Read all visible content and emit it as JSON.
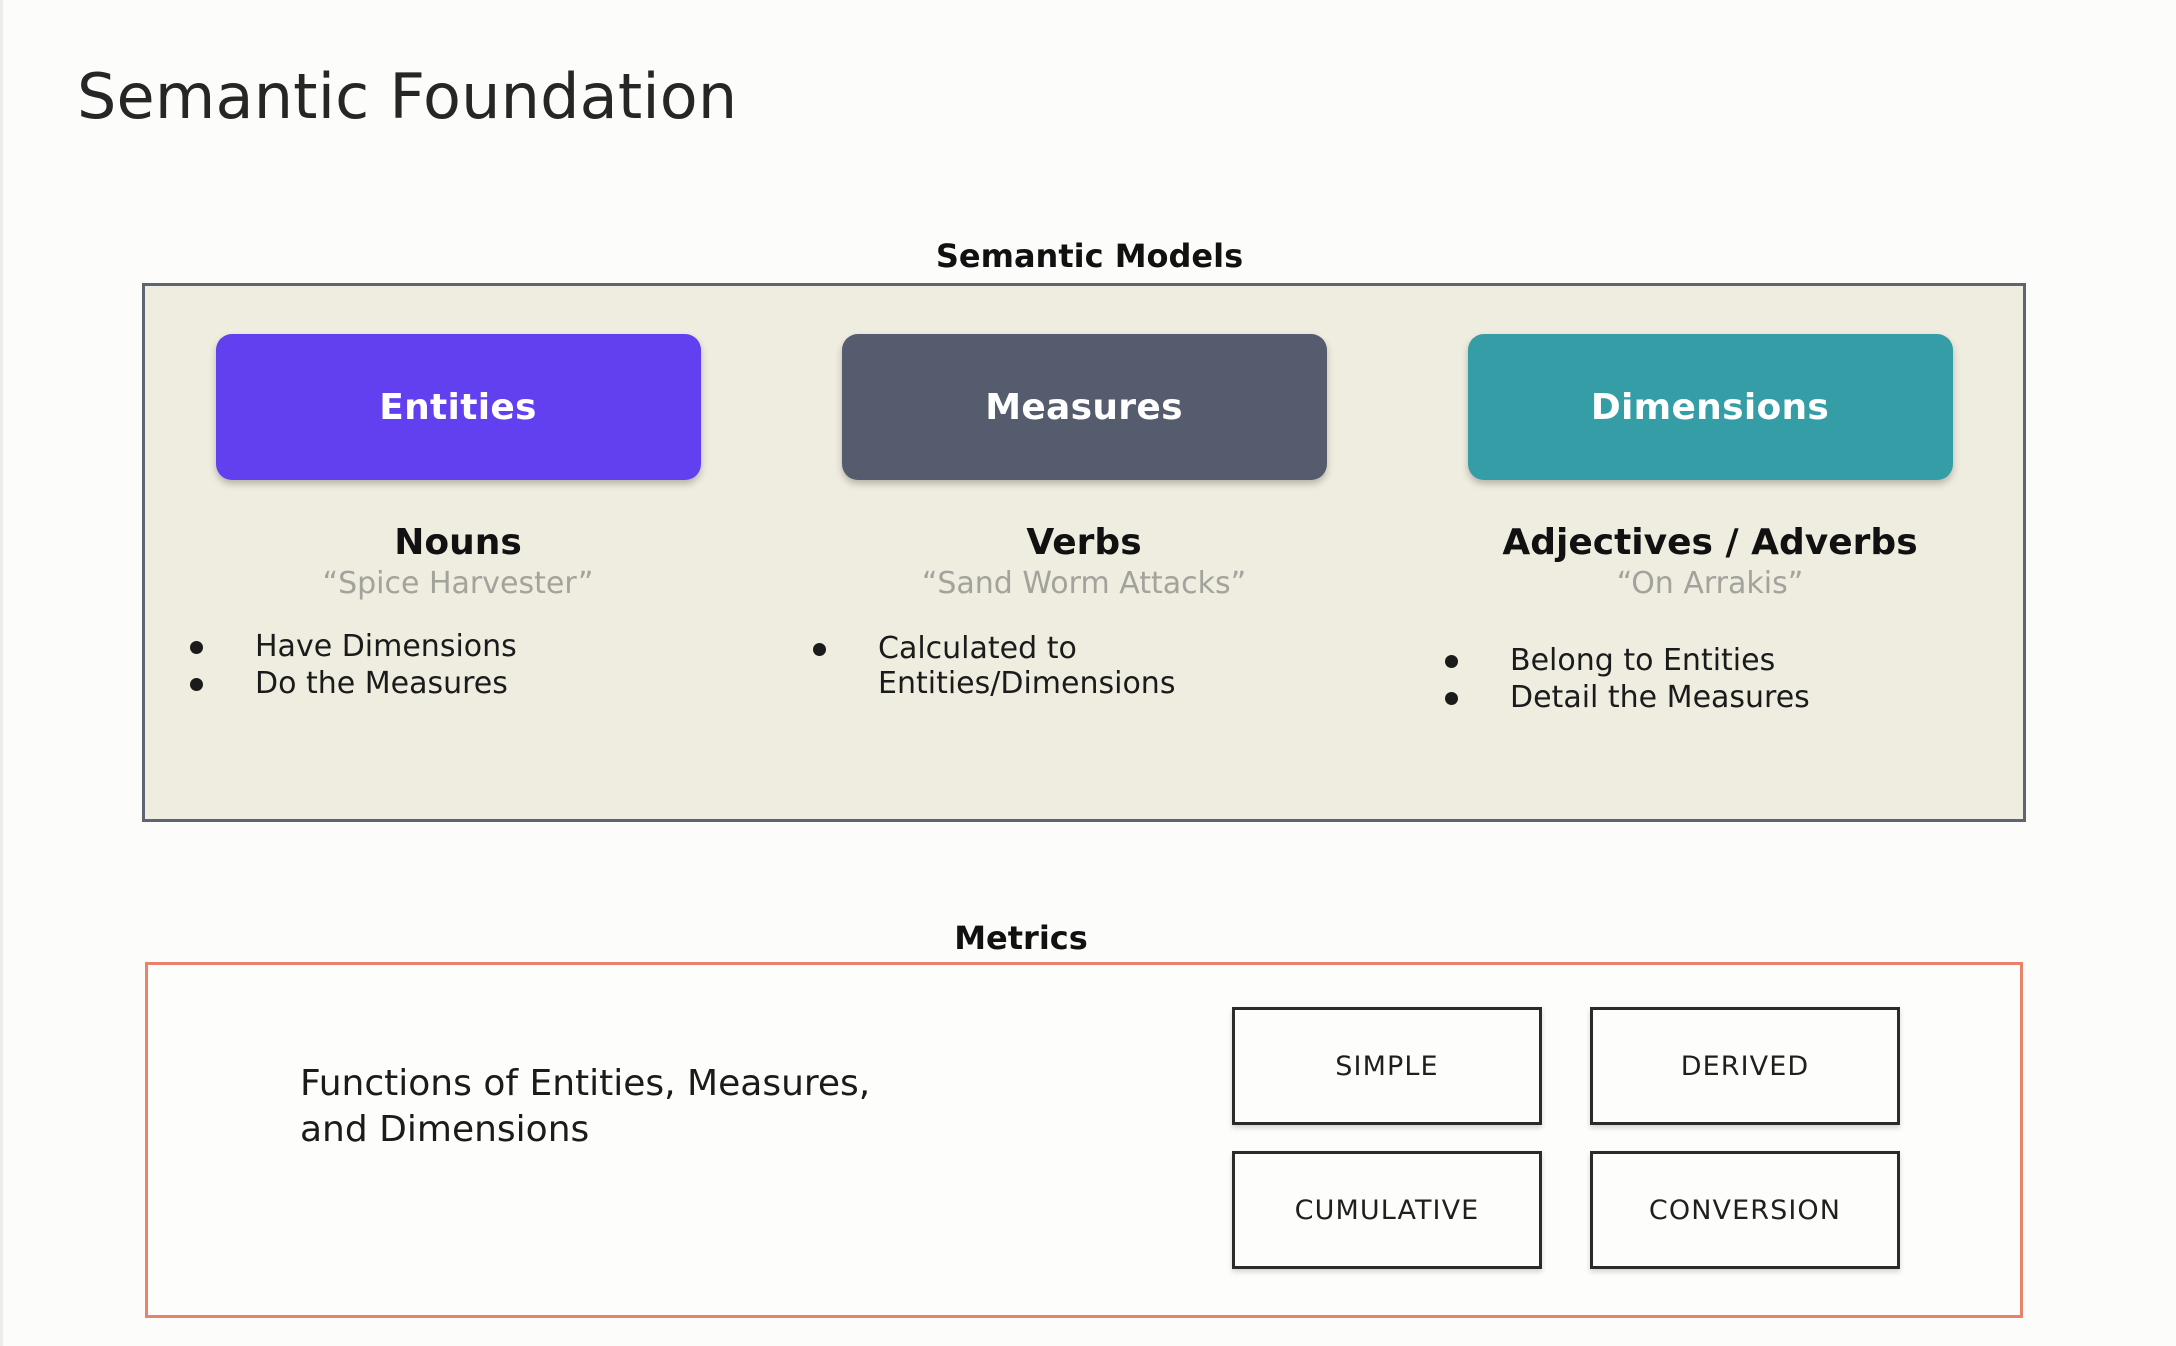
{
  "page": {
    "title": "Semantic Foundation",
    "background_color": "#fcfcfa"
  },
  "semantic_models": {
    "caption": "Semantic Models",
    "panel_bg": "#efece0",
    "panel_border": "#5d6472",
    "columns": [
      {
        "pill_label": "Entities",
        "pill_color": "#6240ef",
        "part_of_speech": "Nouns",
        "example": "“Spice Harvester”",
        "bullets": [
          "Have Dimensions",
          "Do the Measures"
        ]
      },
      {
        "pill_label": "Measures",
        "pill_color": "#545c6e",
        "part_of_speech": "Verbs",
        "example": "“Sand Worm Attacks”",
        "bullets": [
          "Calculated to\nEntities/Dimensions"
        ]
      },
      {
        "pill_label": "Dimensions",
        "pill_color": "#349da6",
        "part_of_speech": "Adjectives / Adverbs",
        "example": "“On Arrakis”",
        "bullets": [
          "Belong to Entities",
          "Detail the Measures"
        ]
      }
    ]
  },
  "metrics": {
    "caption": "Metrics",
    "panel_border": "#e8836a",
    "description": "Functions of Entities, Measures,\nand Dimensions",
    "types": [
      "SIMPLE",
      "DERIVED",
      "CUMULATIVE",
      "CONVERSION"
    ]
  }
}
